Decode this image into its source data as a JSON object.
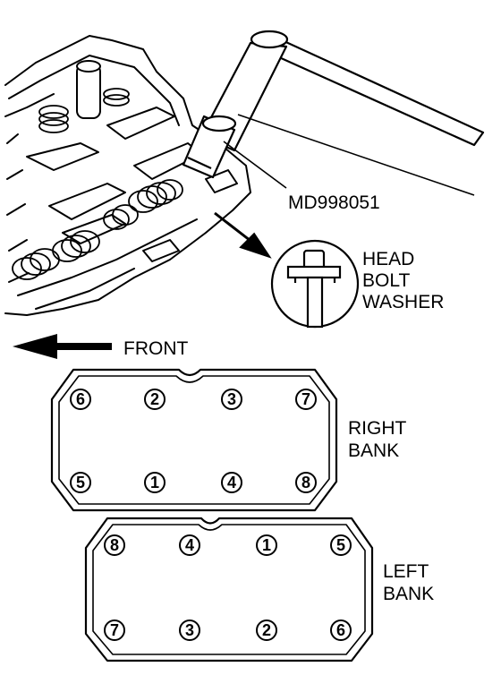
{
  "tool_label": "MD998051",
  "washer_label": [
    "HEAD",
    "BOLT",
    "WASHER"
  ],
  "front_label": "FRONT",
  "right_bank": {
    "label": [
      "RIGHT",
      "BANK"
    ],
    "top_row": [
      "6",
      "2",
      "3",
      "7"
    ],
    "bottom_row": [
      "5",
      "1",
      "4",
      "8"
    ]
  },
  "left_bank": {
    "label": [
      "LEFT",
      "BANK"
    ],
    "top_row": [
      "8",
      "4",
      "1",
      "5"
    ],
    "bottom_row": [
      "7",
      "3",
      "2",
      "6"
    ]
  },
  "colors": {
    "ink": "#000000",
    "paper": "#ffffff"
  }
}
